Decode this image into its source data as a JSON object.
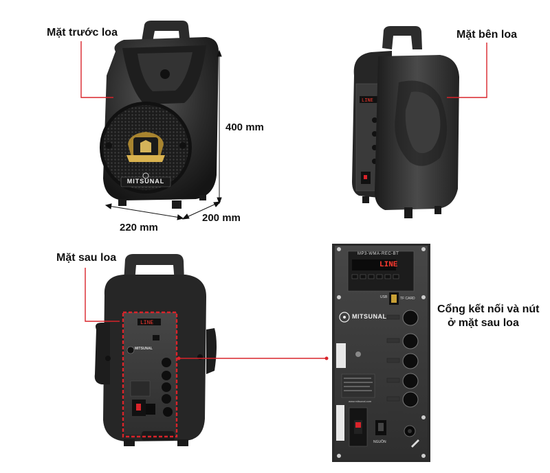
{
  "labels": {
    "front": "Mặt trước loa",
    "side": "Mặt bên loa",
    "back": "Mặt sau loa",
    "ports_line1": "Cổng kết nối và nút",
    "ports_line2": "ở mặt sau loa"
  },
  "dimensions": {
    "height": "400 mm",
    "width": "220 mm",
    "depth": "200 mm"
  },
  "brand": "MITSUNAL",
  "panel": {
    "model": "MP3-WMA-REC-BT",
    "display": "LINE",
    "usb_label": "USB",
    "tf_label": "TF CARD",
    "power_label": "NGUỒN",
    "website": "www.mitsunal.com"
  },
  "colors": {
    "accent_red": "#d9232a",
    "speaker_body": "#2a2a2a",
    "panel": "#3a3a3a",
    "display_red": "#ff3b30"
  }
}
